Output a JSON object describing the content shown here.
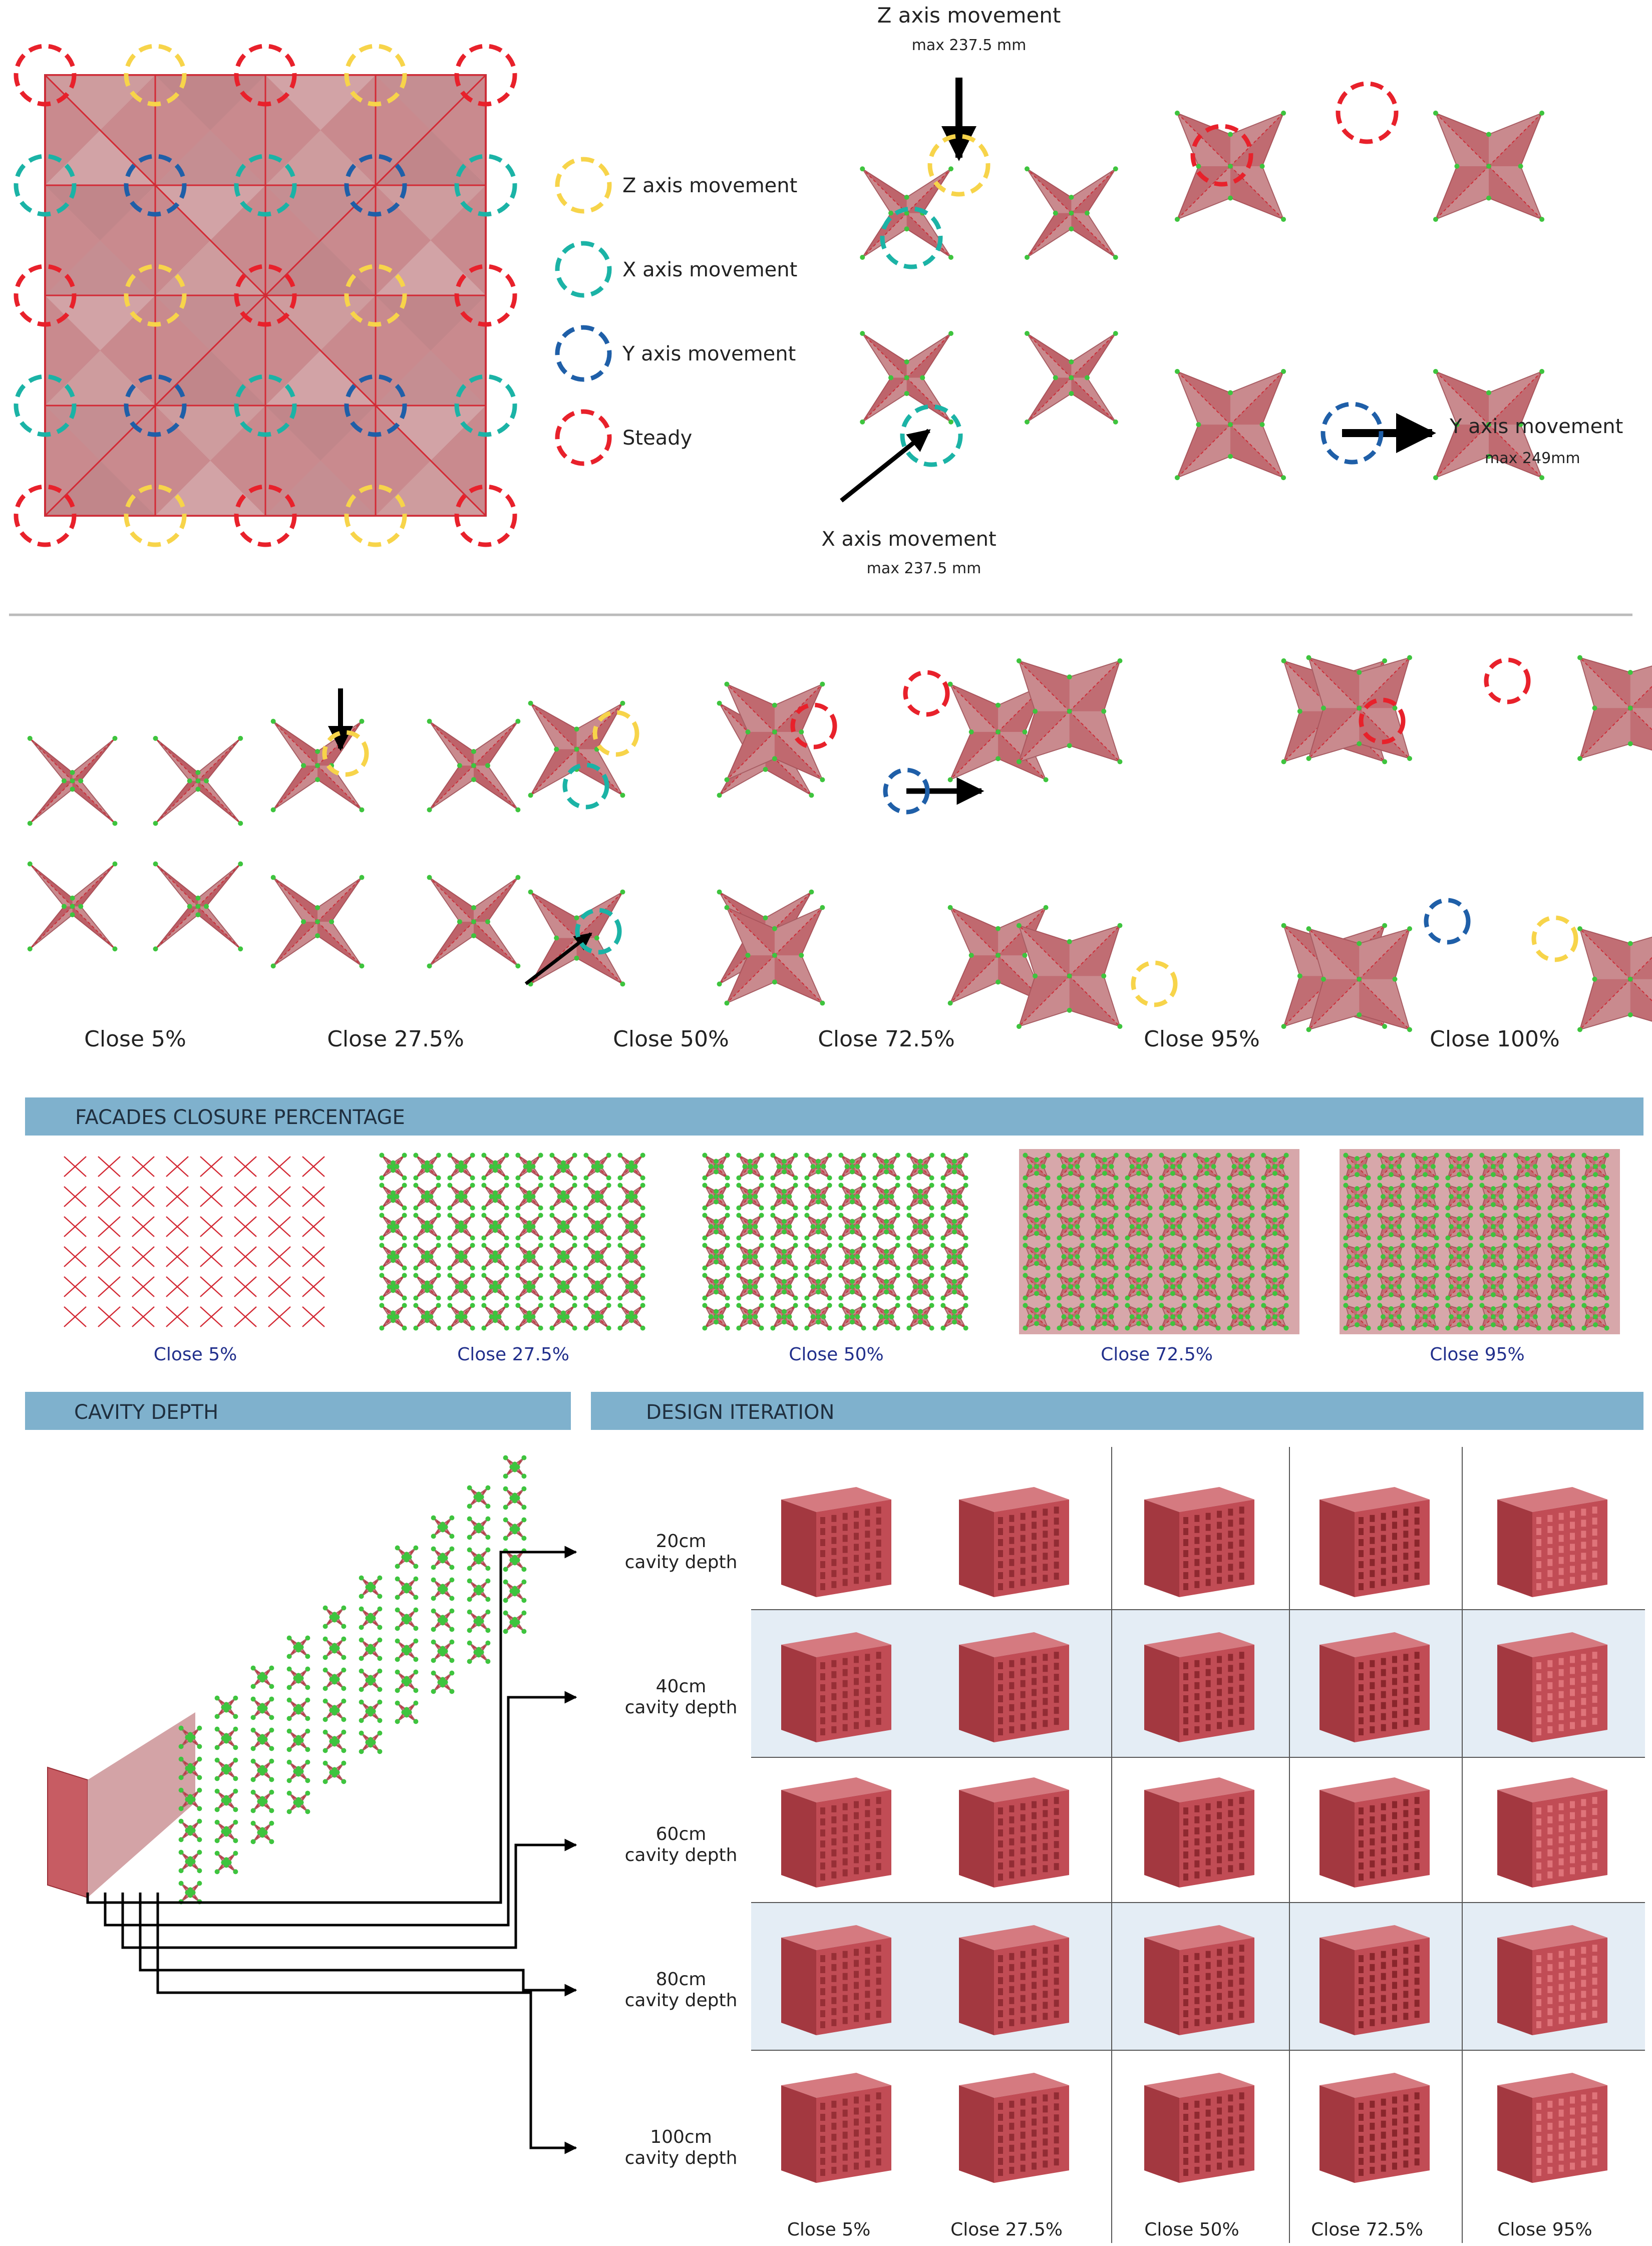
{
  "legend": {
    "items": [
      {
        "label": "Z axis movement",
        "color": "#f7d44a"
      },
      {
        "label": "X axis movement",
        "color": "#1bb3a6"
      },
      {
        "label": "Y axis movement",
        "color": "#1f5fa8"
      },
      {
        "label": "Steady",
        "color": "#e8212b"
      }
    ]
  },
  "annotations": {
    "z_title": "Z axis movement",
    "z_max": "max 237.5 mm",
    "x_title": "X axis movement",
    "x_max": "max 237.5 mm",
    "y_title": "Y axis movement",
    "y_max": "max 249mm"
  },
  "closure_steps": [
    "Close 5%",
    "Close 27.5%",
    "Close 50%",
    "Close 72.5%",
    "Close 95%",
    "Close 100%"
  ],
  "sections": {
    "facades_title": "FACADES CLOSURE PERCENTAGE",
    "cavity_title": "CAVITY DEPTH",
    "iteration_title": "DESIGN ITERATION"
  },
  "facade_labels": [
    "Close 5%",
    "Close 27.5%",
    "Close 50%",
    "Close 72.5%",
    "Close 95%"
  ],
  "cavity_depths": [
    {
      "value": "20cm",
      "unit": "cavity depth"
    },
    {
      "value": "40cm",
      "unit": "cavity depth"
    },
    {
      "value": "60cm",
      "unit": "cavity depth"
    },
    {
      "value": "80cm",
      "unit": "cavity depth"
    },
    {
      "value": "100cm",
      "unit": "cavity depth"
    }
  ],
  "iteration_columns": [
    "Close 5%",
    "Close 27.5%",
    "Close 50%",
    "Close 72.5%",
    "Close 95%"
  ],
  "colors": {
    "panel": "#c98a8e",
    "panel_dark": "#b23a44",
    "line": "#d32a35",
    "node": "#3ec43e",
    "section_bar": "#7fb1cd",
    "row_highlight": "#e4edf5"
  }
}
